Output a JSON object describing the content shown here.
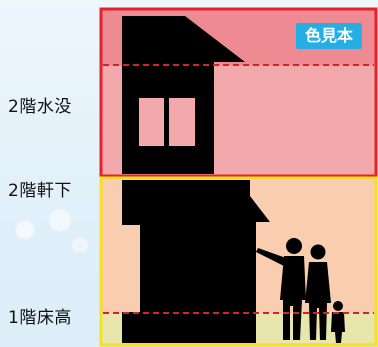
{
  "levels": {
    "floor2_flood": "2階水没",
    "floor2_eaves": "2階軒下",
    "floor1_floor": "1階床高"
  },
  "legend": {
    "label": "色見本"
  },
  "colors": {
    "red_zone_border": "#e3232b",
    "red_zone_fill": "#f3a8ab",
    "yellow_zone_border": "#f6e021",
    "yellow_zone_fill": "#f9cdb0",
    "legend_badge": "#25aee3",
    "silhouette": "#000000"
  }
}
